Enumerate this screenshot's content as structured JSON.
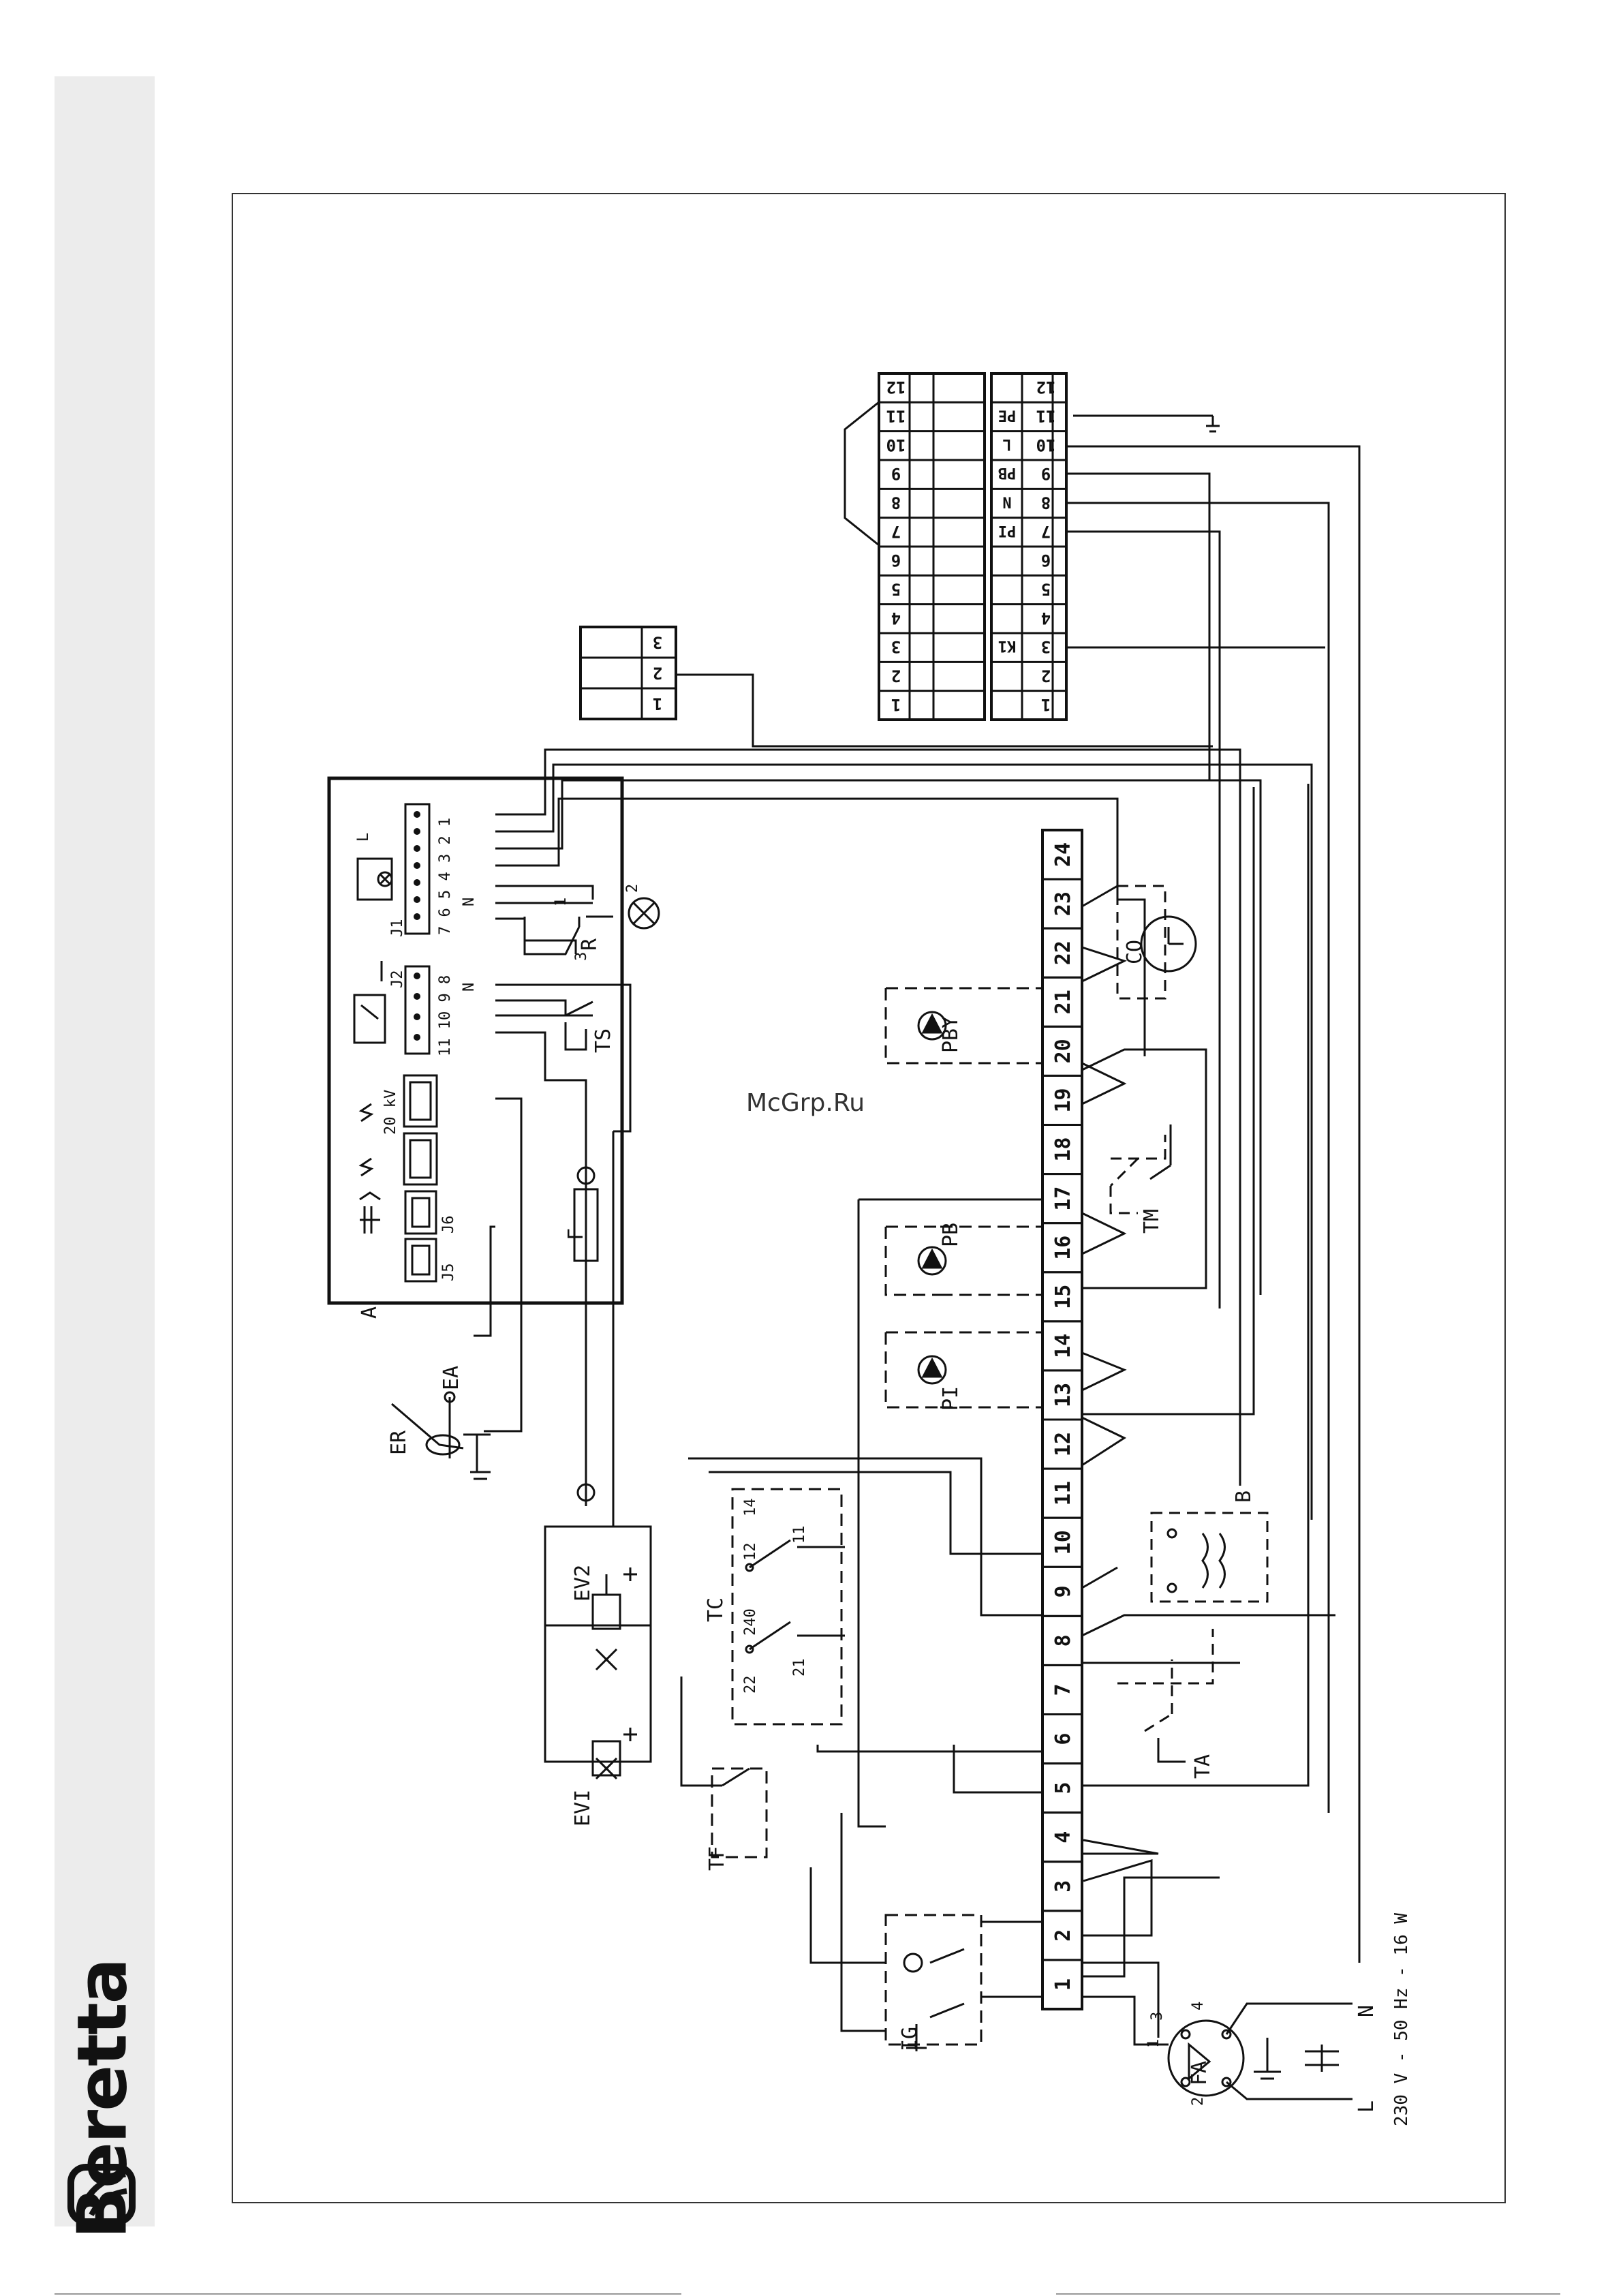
{
  "brand": {
    "name": "Beretta",
    "logo_icon": "beretta-logo-icon"
  },
  "watermark": "McGrp.Ru",
  "supply_label": "230 V - 50 Hz - 16 W",
  "labels": {
    "A": "A",
    "ER": "ER",
    "EA": "EA",
    "F": "F",
    "EV1": "EVI",
    "EV2": "EV2",
    "TS": "TS",
    "R": "R",
    "TC": "TC",
    "TF": "TF",
    "IG": "IG",
    "FA": "FA",
    "PI": "PI",
    "PB": "PB",
    "PBY": "PBY",
    "TM": "TM",
    "CO": "CO",
    "TA": "TA",
    "B": "B",
    "K1": "K1",
    "L": "L",
    "N": "N"
  },
  "board": {
    "connectors": [
      "J5",
      "J6",
      "J2",
      "J1"
    ],
    "kv": "20 kV",
    "j2_pins": "11 10 9 8",
    "j1_pins": "7 6 5 4 3 2 1",
    "n_mark": "N",
    "l_mark": "L"
  },
  "relay_r_pins": [
    "3",
    "1",
    "2"
  ],
  "tc_contacts": [
    "22",
    "240",
    "21",
    "12",
    "11",
    "14"
  ],
  "fa_pins": [
    "1",
    "2",
    "3",
    "4"
  ],
  "terminal_strip": [
    "1",
    "2",
    "3",
    "4",
    "5",
    "6",
    "7",
    "8",
    "9",
    "10",
    "11",
    "12",
    "13",
    "14",
    "15",
    "16",
    "17",
    "18",
    "19",
    "20",
    "21",
    "22",
    "23",
    "24"
  ],
  "k1_strip": [
    "1",
    "2",
    "3",
    "4",
    "5",
    "6",
    "7",
    "8",
    "9",
    "10",
    "11",
    "12"
  ],
  "k1_labels": {
    "3": "K1",
    "7": "PI",
    "8": "N",
    "9": "PB",
    "10": "L",
    "11": "PE"
  },
  "small_connector": [
    "1",
    "2",
    "3"
  ]
}
